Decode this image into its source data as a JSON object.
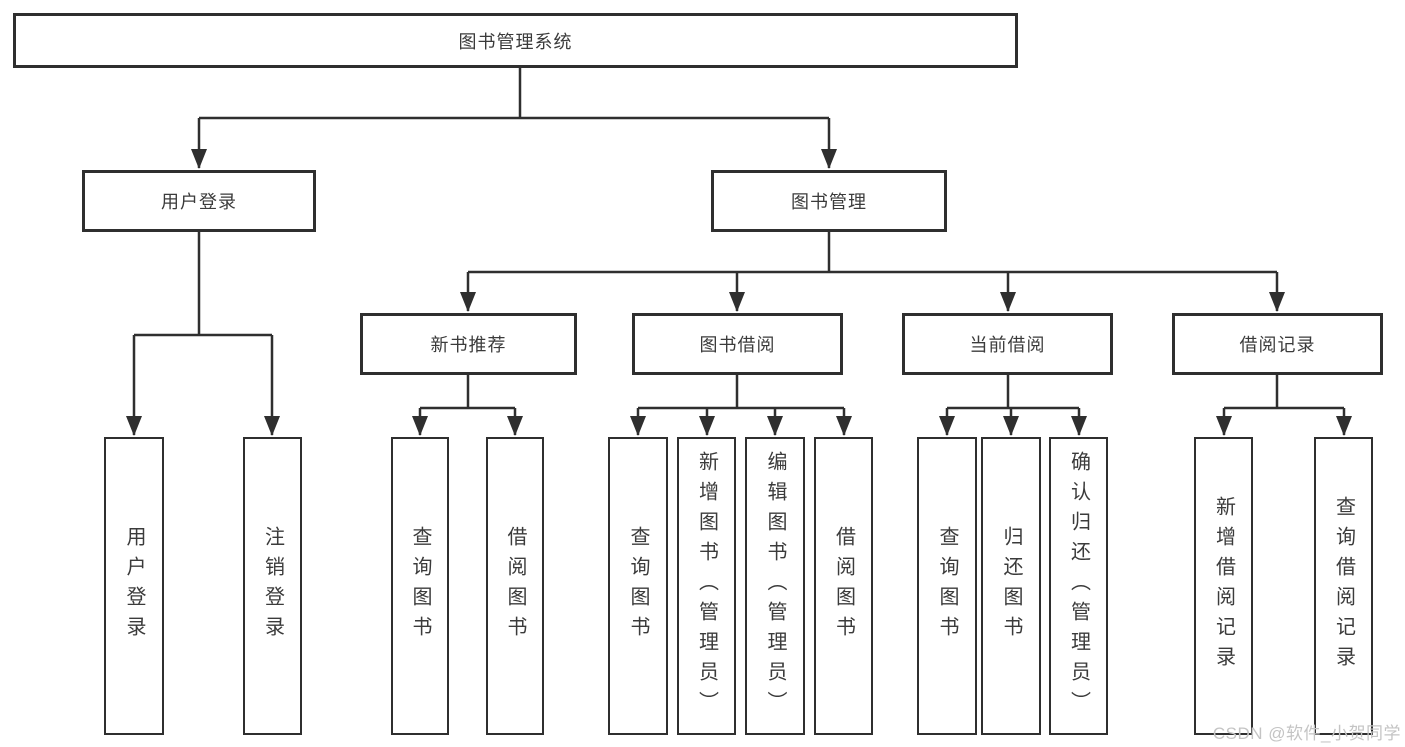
{
  "diagram": {
    "root": {
      "label": "图书管理系统"
    },
    "level2": {
      "user_login": {
        "label": "用户登录"
      },
      "book_mgmt": {
        "label": "图书管理"
      }
    },
    "level3": {
      "new_book_rec": {
        "label": "新书推荐"
      },
      "book_borrow": {
        "label": "图书借阅"
      },
      "current_borrow": {
        "label": "当前借阅"
      },
      "borrow_records": {
        "label": "借阅记录"
      }
    },
    "leaves": {
      "user_login_leaf": {
        "label": "用户登录"
      },
      "logout": {
        "label": "注销登录"
      },
      "rec_query_books": {
        "label": "查询图书"
      },
      "rec_borrow_books": {
        "label": "借阅图书"
      },
      "bb_query_books": {
        "label": "查询图书"
      },
      "bb_add_books": {
        "label": "新增图书（管理员）"
      },
      "bb_edit_books": {
        "label": "编辑图书（管理员）"
      },
      "bb_borrow_books": {
        "label": "借阅图书"
      },
      "cb_query_books": {
        "label": "查询图书"
      },
      "cb_return_books": {
        "label": "归还图书"
      },
      "cb_confirm_return": {
        "label": "确认归还（管理员）"
      },
      "br_add_record": {
        "label": "新增借阅记录"
      },
      "br_query_record": {
        "label": "查询借阅记录"
      }
    }
  },
  "watermark": {
    "text": "CSDN @软件_小贺同学"
  },
  "colors": {
    "line": "#2f2f2f",
    "text": "#3b3b3b",
    "watermark": "#c4c4c4",
    "background": "#ffffff"
  }
}
